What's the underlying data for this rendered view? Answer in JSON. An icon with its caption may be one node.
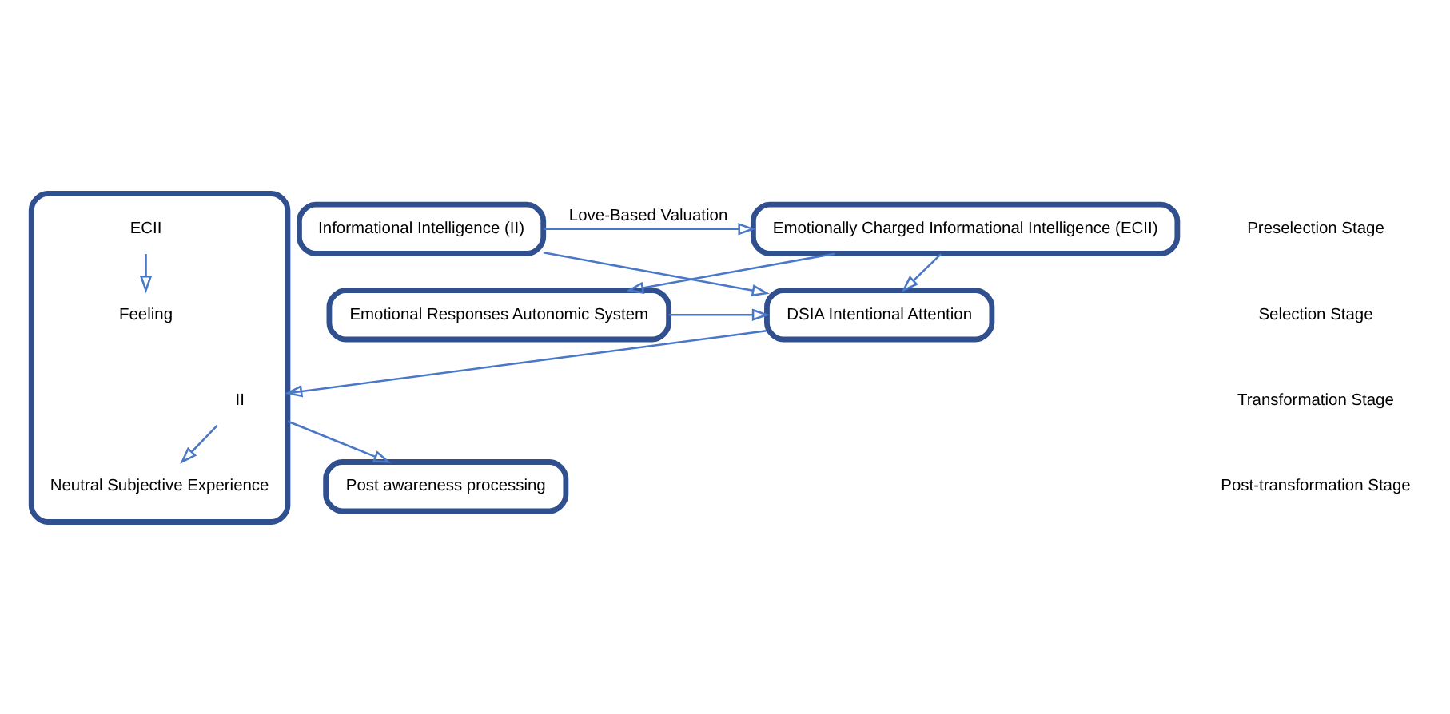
{
  "diagram": {
    "nodes": [
      {
        "text": [
          "Informational Intelligence (II)"
        ]
      },
      {
        "text": [
          "Emotionally Charged Informational Intelligence (ECII)"
        ]
      },
      {
        "text": [
          "DSIA Intentional Attention"
        ]
      },
      {
        "text": [
          "Emotional Responses Autonomic System"
        ]
      },
      {
        "text": [],
        "shape": "box"
      },
      {
        "text": [
          "II"
        ],
        "in": 4
      },
      {
        "text": [
          "ECII"
        ],
        "in": 4
      },
      {
        "text": [
          "Neutral Subjective Experience"
        ],
        "in": 4
      },
      {
        "text": [
          "Feeling"
        ],
        "in": 4
      },
      {
        "text": [
          "Post awareness processing"
        ]
      }
    ],
    "edges": [
      {
        "from": 0,
        "to": 1,
        "arrow": "to",
        "label": "Love-Based Valuation"
      },
      {
        "from": 0,
        "to": 2,
        "arrow": "to"
      },
      {
        "from": 1,
        "to": 2,
        "arrow": "to"
      },
      {
        "from": 1,
        "to": 3,
        "arrow": "to"
      },
      {
        "from": 3,
        "to": 2,
        "arrow": "to"
      },
      {
        "from": 2,
        "to": 4,
        "arrow": "to"
      },
      {
        "from": 5,
        "to": 7,
        "arrow": "to"
      },
      {
        "from": 6,
        "to": 8,
        "arrow": "to"
      },
      {
        "from": 4,
        "to": 9,
        "arrow": "to"
      }
    ],
    "labels": [
      "Preselection Stage",
      "Selection Stage",
      "Transformation Stage",
      "Post-transformation Stage"
    ]
  }
}
